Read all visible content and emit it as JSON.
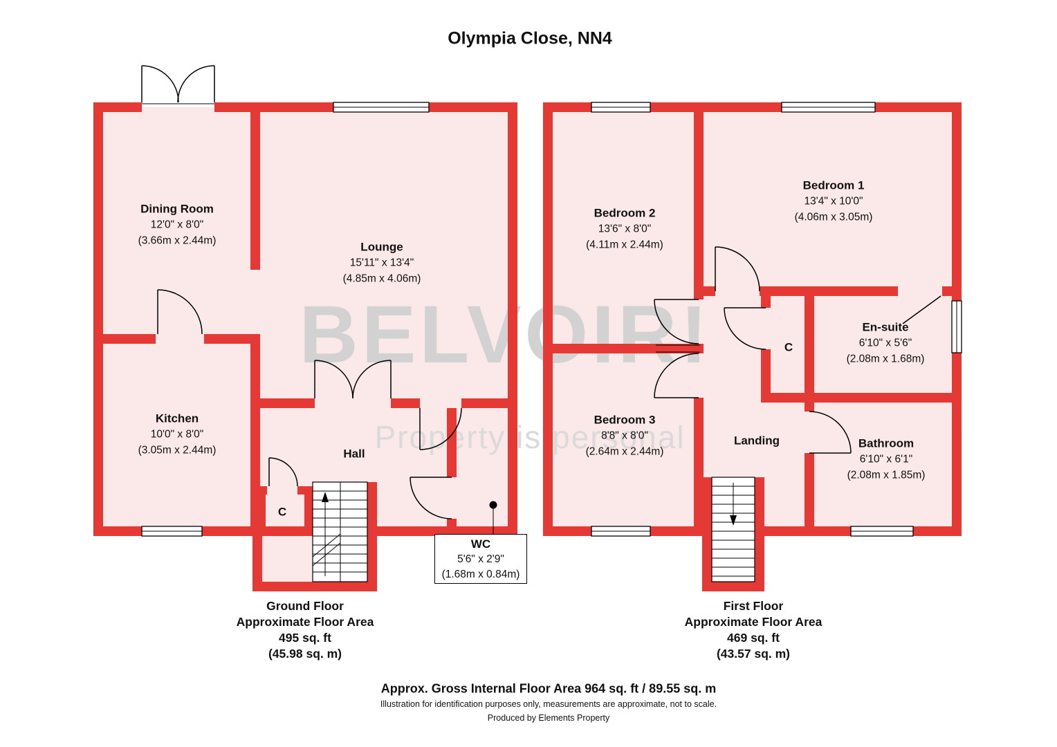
{
  "title": "Olympia Close, NN4",
  "watermark": {
    "brand": "BELVOIR!",
    "tagline": "Property is personal"
  },
  "colors": {
    "wall": "#e53935",
    "room_fill": "#fbe9e9",
    "watermark": "#d2d2d2",
    "watermark_light": "#dadada"
  },
  "ground_floor": {
    "rooms": {
      "dining_room": {
        "name": "Dining Room",
        "dims_ft": "12'0\" x 8'0\"",
        "dims_m": "(3.66m x 2.44m)"
      },
      "lounge": {
        "name": "Lounge",
        "dims_ft": "15'11\" x 13'4\"",
        "dims_m": "(4.85m x 4.06m)"
      },
      "kitchen": {
        "name": "Kitchen",
        "dims_ft": "10'0\" x 8'0\"",
        "dims_m": "(3.05m x 2.44m)"
      },
      "hall": {
        "name": "Hall"
      },
      "cupboard": {
        "name": "C"
      },
      "wc": {
        "name": "WC",
        "dims_ft": "5'6\" x 2'9\"",
        "dims_m": "(1.68m x 0.84m)"
      }
    },
    "caption": [
      "Ground Floor",
      "Approximate Floor Area",
      "495 sq. ft",
      "(45.98 sq. m)"
    ]
  },
  "first_floor": {
    "rooms": {
      "bedroom_1": {
        "name": "Bedroom 1",
        "dims_ft": "13'4\" x 10'0\"",
        "dims_m": "(4.06m x 3.05m)"
      },
      "bedroom_2": {
        "name": "Bedroom 2",
        "dims_ft": "13'6\" x 8'0\"",
        "dims_m": "(4.11m x 2.44m)"
      },
      "bedroom_3": {
        "name": "Bedroom 3",
        "dims_ft": "8'8\" x 8'0\"",
        "dims_m": "(2.64m x 2.44m)"
      },
      "en_suite": {
        "name": "En-suite",
        "dims_ft": "6'10\" x 5'6\"",
        "dims_m": "(2.08m x 1.68m)"
      },
      "bathroom": {
        "name": "Bathroom",
        "dims_ft": "6'10\" x 6'1\"",
        "dims_m": "(2.08m x 1.85m)"
      },
      "landing": {
        "name": "Landing"
      },
      "cupboard": {
        "name": "C"
      }
    },
    "caption": [
      "First Floor",
      "Approximate Floor Area",
      "469 sq. ft",
      "(43.57 sq. m)"
    ]
  },
  "footer": {
    "area_total": "Approx. Gross Internal Floor Area 964 sq. ft / 89.55 sq. m",
    "disclaimer": "Illustration for identification purposes only, measurements are approximate, not to scale.",
    "producer": "Produced by Elements Property"
  }
}
